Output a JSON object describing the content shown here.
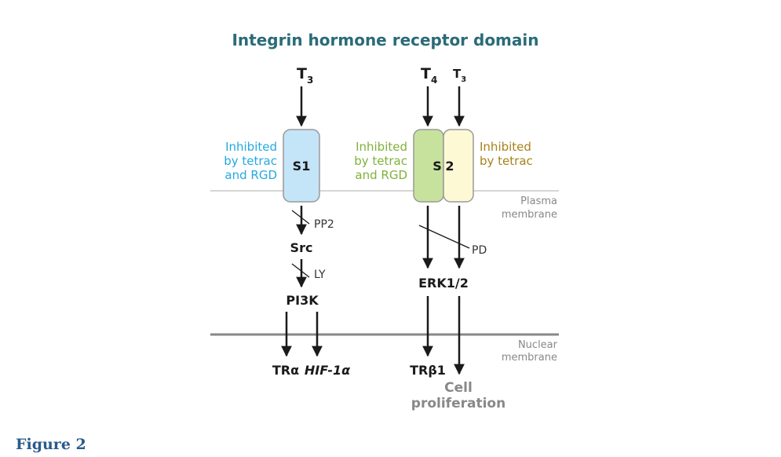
{
  "title": "Integrin hormone receptor domain",
  "figure_label": "Figure 2",
  "ligands": {
    "t3_left": {
      "main": "T",
      "sub": "3"
    },
    "t4": {
      "main": "T",
      "sub": "4"
    },
    "t3_right": {
      "main": "T",
      "sub": "3"
    }
  },
  "sites": {
    "s1": "S1",
    "s2_left": "S",
    "s2_right": "2"
  },
  "annotations": {
    "s1_inhibited": [
      "Inhibited",
      "by tetrac",
      "and RGD"
    ],
    "s2_green_inhibited": [
      "Inhibited",
      "by tetrac",
      "and RGD"
    ],
    "s2_yellow_inhibited": [
      "Inhibited",
      "by tetrac"
    ]
  },
  "membranes": {
    "plasma": [
      "Plasma",
      "membrane"
    ],
    "nuclear": [
      "Nuclear",
      "membrane"
    ]
  },
  "inhibitors": {
    "pp2": "PP2",
    "ly": "LY",
    "pd": "PD"
  },
  "nodes": {
    "src": "Src",
    "pi3k": "PI3K",
    "erk": "ERK1/2",
    "tra": "TRα",
    "hif": "HIF-1α",
    "trb1": "TRβ1",
    "cell_proliferation": [
      "Cell",
      "proliferation"
    ]
  },
  "colors": {
    "title": "#2a6b78",
    "s1_fill": "#c4e4f8",
    "s1_text": "#25a9e0",
    "s2_green_fill": "#c7e29d",
    "s2_green_text": "#7fb23a",
    "s2_yellow_fill": "#fdf9d5",
    "s2_yellow_text": "#a8821a",
    "membrane_line": "#c8c8c8",
    "nuclear_line": "#888888",
    "muted_text": "#888888",
    "dark": "#1a1a1a",
    "figure_label": "#2a5a8c"
  }
}
